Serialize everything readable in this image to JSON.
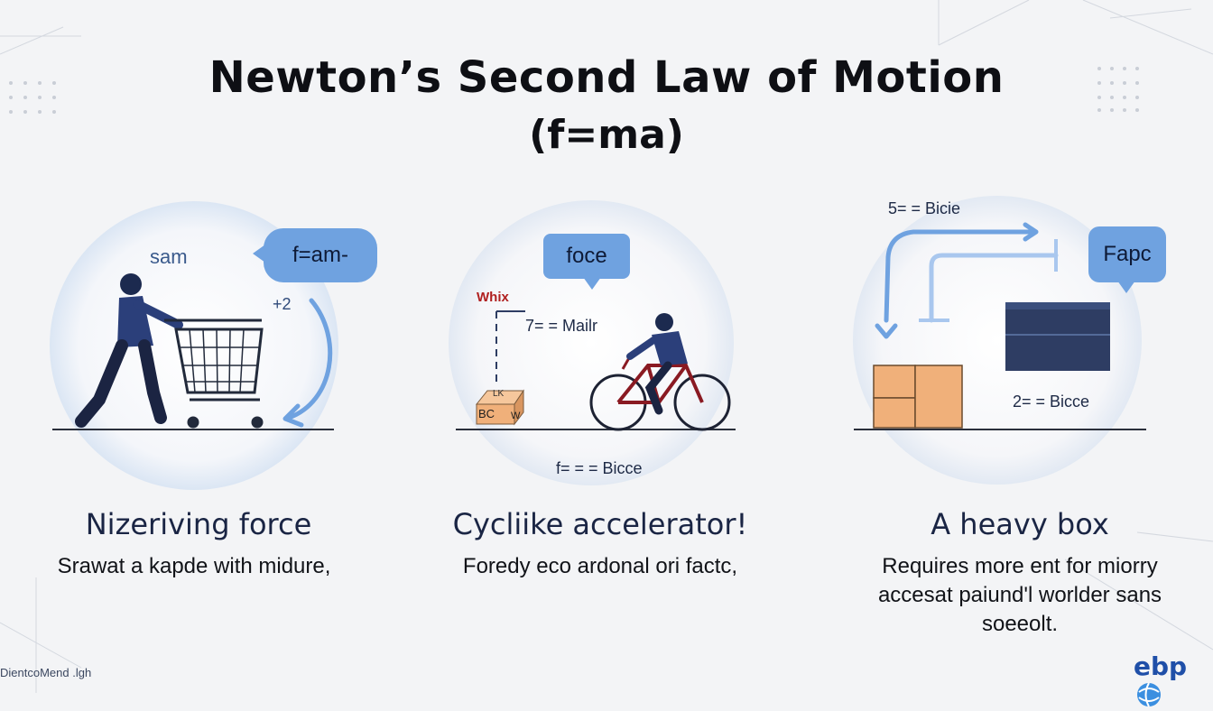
{
  "header": {
    "title": "Newton’s Second Law of Motion",
    "subtitle": "(f=ma)"
  },
  "panels": [
    {
      "bubble": "f=am-",
      "labels": {
        "side": "sam",
        "arrow_note": "+2"
      },
      "heading": "Nizeriving force",
      "description": "Srawat a kapde with midure,"
    },
    {
      "bubble": "foce",
      "labels": {
        "top_left": "Whix",
        "measure": "7= = Mailr",
        "box_front": "W",
        "box_side": "BC",
        "box_top": "LK",
        "bottom": "f= = = Bicce"
      },
      "heading": "Cycliike accelerator!",
      "description": "Foredy eco ardonal ori factc,"
    },
    {
      "bubble": "Fapc",
      "labels": {
        "top": "5= = Bicie",
        "right": "2= = Bicce"
      },
      "heading": "A heavy box",
      "description_lines": [
        "Requires more ent for miorry",
        "accesat paiund'l worlder sans",
        "soeeolt."
      ]
    }
  ],
  "footer": {
    "left_text": "DientcoMend .lgh",
    "logo_text": "ebp"
  },
  "colors": {
    "accent_blue": "#6fa2e0",
    "navy": "#2e3d63",
    "box_orange": "#f0b07a",
    "bike_red": "#8a1a22"
  },
  "icons": [
    "person-pushing-cart-icon",
    "cyclist-icon",
    "stacked-boxes-icon",
    "logo-globe-icon"
  ]
}
